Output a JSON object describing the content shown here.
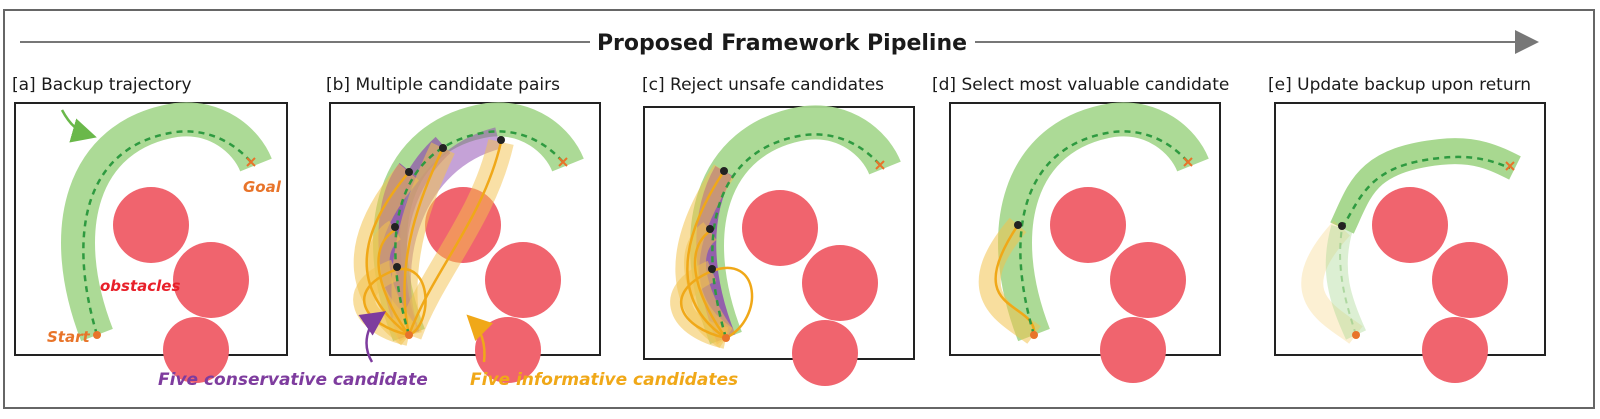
{
  "header": {
    "title": "Proposed Framework Pipeline"
  },
  "panels": [
    {
      "label": "[a] Backup trajectory"
    },
    {
      "label": "[b] Multiple candidate pairs"
    },
    {
      "label": "[c] Reject unsafe candidates"
    },
    {
      "label": "[d] Select most valuable candidate"
    },
    {
      "label": "[e] Update backup upon return"
    }
  ],
  "annotations": {
    "goal": "Goal",
    "start": "Start",
    "obstacles": "obstacles",
    "conservative": "Five conservative candidate",
    "informative": "Five informative candidates"
  },
  "colors": {
    "backup_corridor": "#a8d890",
    "backup_line": "#2e9a40",
    "obstacle": "#f0646e",
    "conservative": "#7e3c9e",
    "informative": "#f0a818",
    "start_goal": "#e8742a",
    "arrow_green": "#6ab84a",
    "frame": "#555555"
  }
}
